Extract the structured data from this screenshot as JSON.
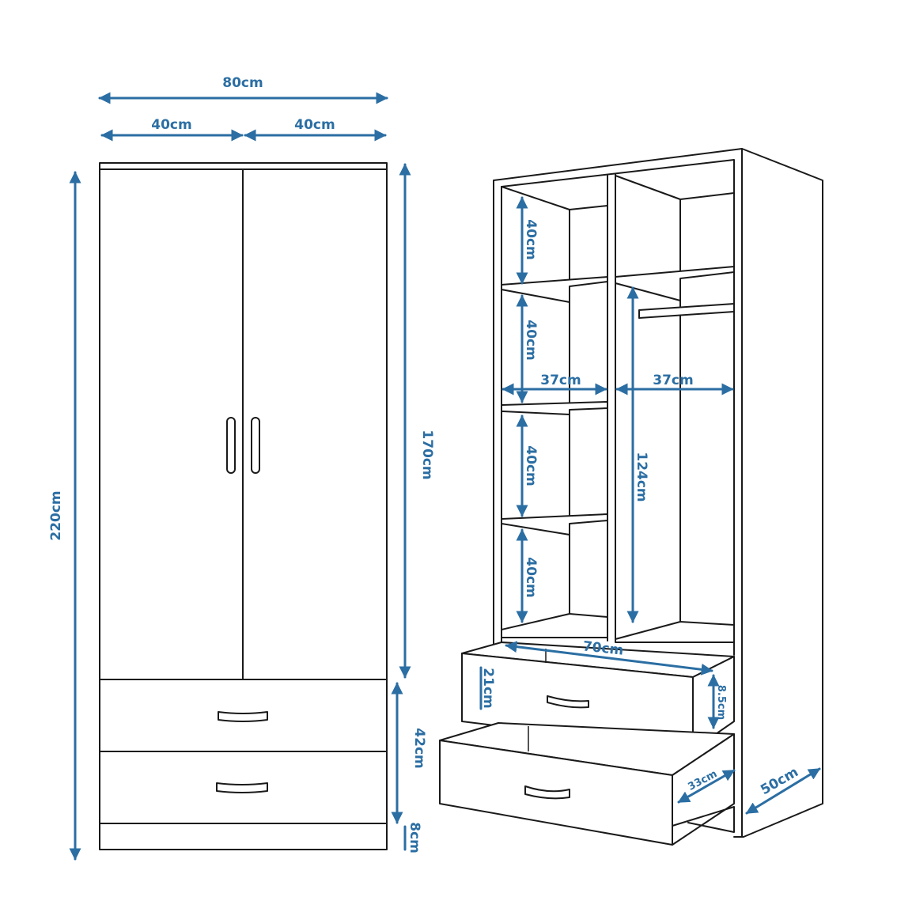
{
  "colors": {
    "dimension": "#2b6ea3",
    "outline": "#1a1a1a",
    "background": "#ffffff"
  },
  "front": {
    "total_width": "80cm",
    "door_left_width": "40cm",
    "door_right_width": "40cm",
    "total_height": "220cm",
    "door_height": "170cm",
    "drawers_height": "42cm",
    "plinth_height": "8cm"
  },
  "interior": {
    "shelf_1": "40cm",
    "shelf_2": "40cm",
    "shelf_3": "40cm",
    "shelf_4": "40cm",
    "left_width": "37cm",
    "right_width": "37cm",
    "hanging_height": "124cm",
    "drawer_width": "70cm",
    "drawer_height": "21cm",
    "drawer_side": "8.5cm",
    "drawer_depth": "33cm",
    "depth": "50cm"
  }
}
